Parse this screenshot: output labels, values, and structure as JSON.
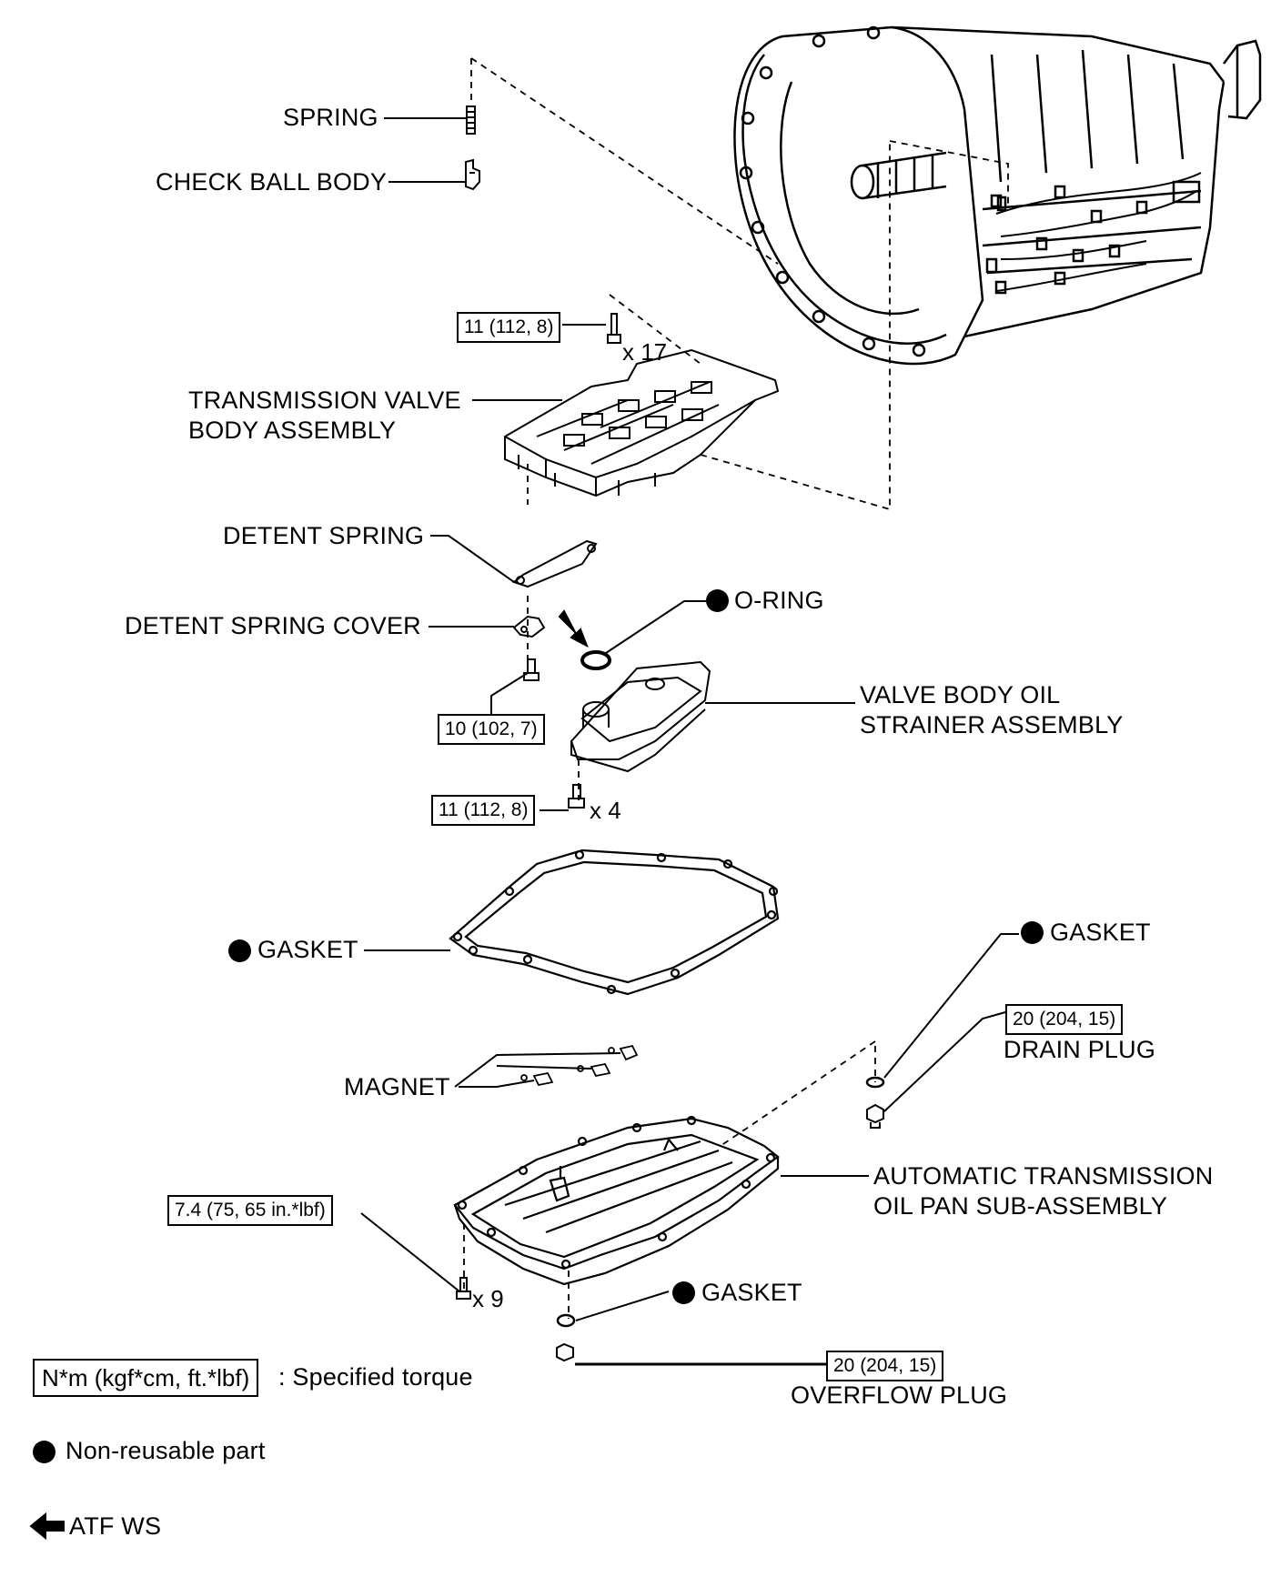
{
  "labels": {
    "spring": "SPRING",
    "check_ball_body": "CHECK BALL BODY",
    "valve_body_line1": "TRANSMISSION VALVE",
    "valve_body_line2": "BODY ASSEMBLY",
    "detent_spring": "DETENT SPRING",
    "detent_spring_cover": "DETENT SPRING COVER",
    "o_ring": "O-RING",
    "strainer_line1": "VALVE BODY OIL",
    "strainer_line2": "STRAINER ASSEMBLY",
    "gasket_pan": "GASKET",
    "gasket_drain": "GASKET",
    "drain_plug": "DRAIN PLUG",
    "magnet": "MAGNET",
    "oil_pan_line1": "AUTOMATIC TRANSMISSION",
    "oil_pan_line2": "OIL PAN SUB-ASSEMBLY",
    "gasket_overflow": "GASKET",
    "overflow_plug": "OVERFLOW PLUG"
  },
  "torques": {
    "valve_body_bolt": "11 (112, 8)",
    "detent_cover_bolt": "10 (102, 7)",
    "strainer_bolt": "11 (112, 8)",
    "drain_plug": "20 (204, 15)",
    "oil_pan_bolt": "7.4 (75, 65 in.*lbf)",
    "overflow_plug": "20 (204, 15)"
  },
  "quantities": {
    "valve_body_bolt": "x 17",
    "strainer_bolt": "x 4",
    "oil_pan_bolt": "x 9"
  },
  "legend": {
    "torque_units": "N*m (kgf*cm, ft.*lbf)",
    "torque_desc": ": Specified torque",
    "non_reusable": "Non-reusable part",
    "atf": "ATF WS"
  },
  "icons": {
    "non_reusable": "filled-circle-icon",
    "atf": "left-arrow-icon"
  }
}
